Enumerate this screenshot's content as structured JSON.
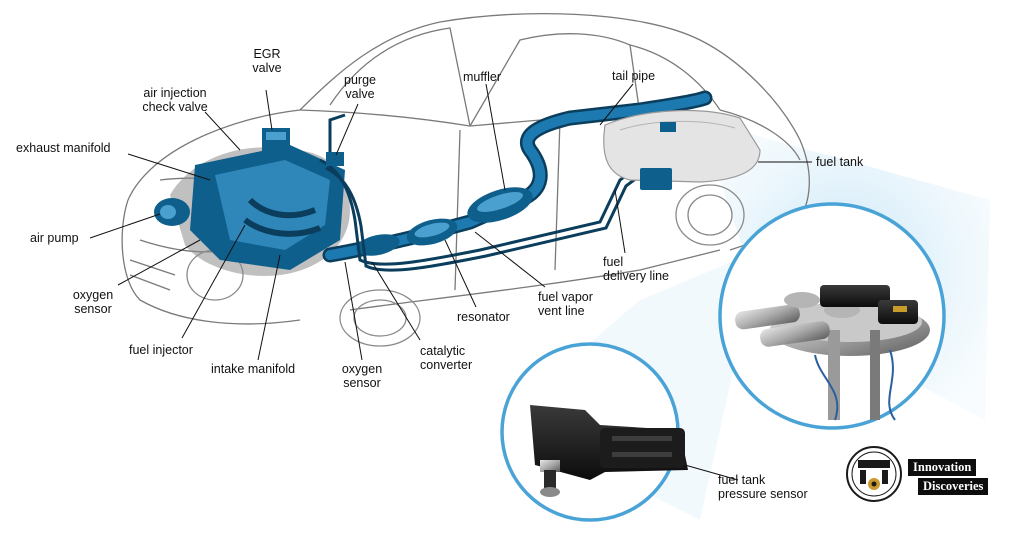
{
  "labels": {
    "egr_valve": "EGR\nvalve",
    "air_injection_check_valve": "air injection\ncheck valve",
    "purge_valve": "purge\nvalve",
    "muffler": "muffler",
    "tail_pipe": "tail pipe",
    "exhaust_manifold": "exhaust manifold",
    "fuel_tank": "fuel tank",
    "air_pump": "air pump",
    "fuel_delivery_line": "fuel\ndelivery line",
    "oxygen_sensor_left": "oxygen\nsensor",
    "fuel_vapor_vent_line": "fuel vapor\nvent line",
    "resonator": "resonator",
    "fuel_injector": "fuel injector",
    "catalytic_converter": "catalytic\nconverter",
    "intake_manifold": "intake manifold",
    "oxygen_sensor_bottom": "oxygen\nsensor",
    "fuel_tank_pressure_sensor": "fuel tank\npressure sensor"
  },
  "brand": {
    "line1": "Innovation",
    "line2": "Discoveries",
    "logo_icon": "mechanic-gear-logo-icon"
  },
  "colors": {
    "system_blue": "#0f5f8c",
    "highlight_blue": "#cfe9f7",
    "outline": "#6b6b6b"
  }
}
